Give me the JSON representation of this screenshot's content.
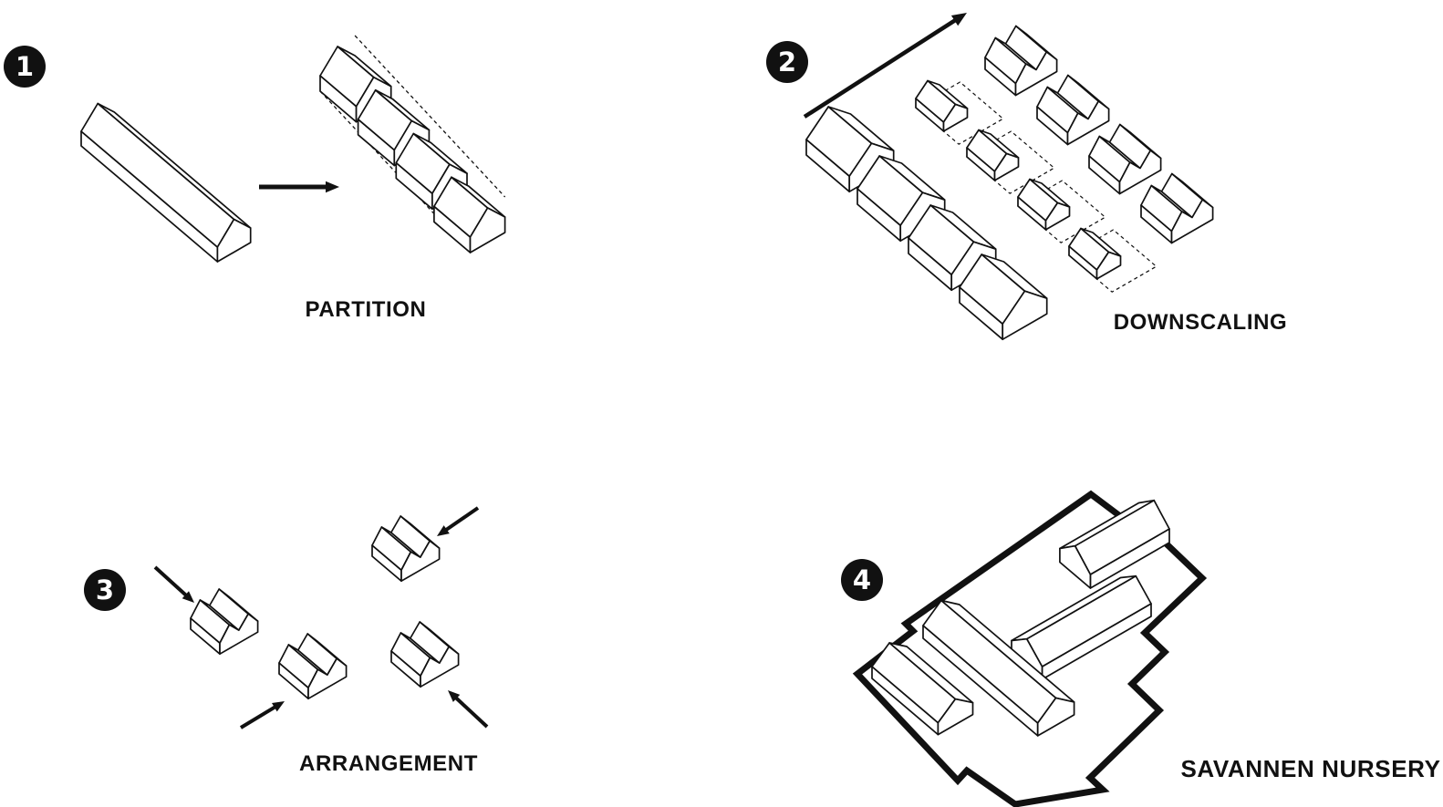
{
  "figure": {
    "colors": {
      "ink": "#111111",
      "background": "#ffffff"
    },
    "steps": [
      {
        "number": "1",
        "label": "PARTITION"
      },
      {
        "number": "2",
        "label": "DOWNSCALING"
      },
      {
        "number": "3",
        "label": "ARRANGEMENT"
      },
      {
        "number": "4",
        "label": "SAVANNEN NURSERY"
      }
    ]
  }
}
